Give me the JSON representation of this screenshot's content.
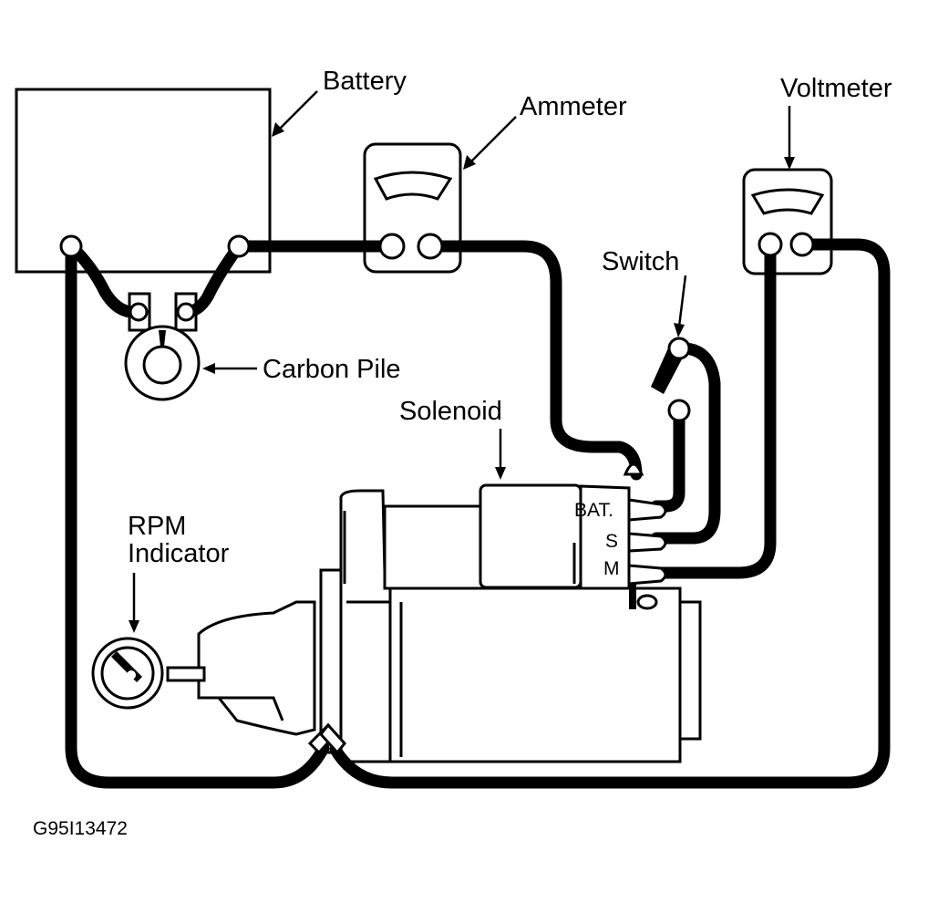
{
  "diagram": {
    "labels": {
      "battery": "Battery",
      "ammeter": "Ammeter",
      "voltmeter": "Voltmeter",
      "switch": "Switch",
      "carbon_pile": "Carbon Pile",
      "solenoid": "Solenoid",
      "rpm_line1": "RPM",
      "rpm_line2": "Indicator",
      "terminal_bat": "BAT.",
      "terminal_s": "S",
      "terminal_m": "M"
    },
    "figure_code": "G95I13472",
    "colors": {
      "ink": "#000000",
      "paper": "#ffffff"
    }
  }
}
